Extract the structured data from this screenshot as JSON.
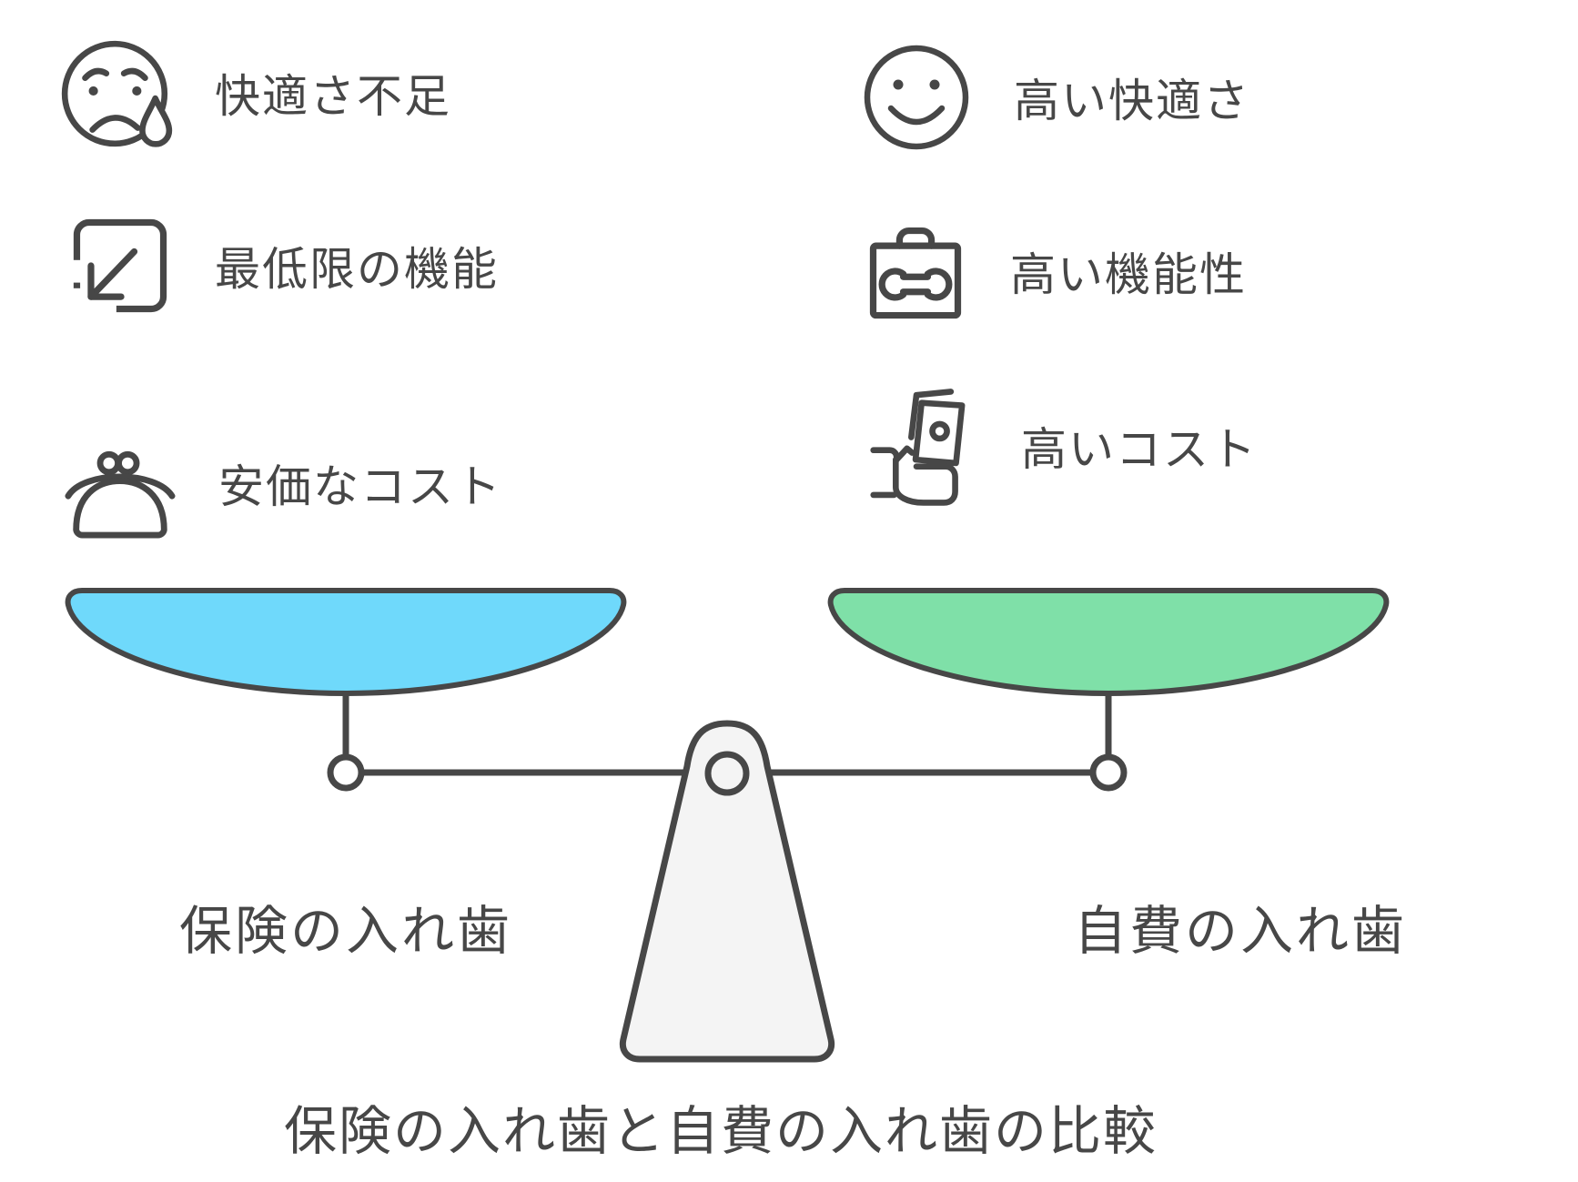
{
  "diagram": {
    "caption": "保険の入れ歯と自費の入れ歯の比較",
    "left_side": {
      "pan_label": "保険の入れ歯",
      "pan_color": "#6FD9FB",
      "items": [
        {
          "icon": "crying-face-icon",
          "label": "快適さ不足"
        },
        {
          "icon": "shrink-square-icon",
          "label": "最低限の機能"
        },
        {
          "icon": "coin-purse-icon",
          "label": "安価なコスト"
        }
      ]
    },
    "right_side": {
      "pan_label": "自費の入れ歯",
      "pan_color": "#7FE0A8",
      "items": [
        {
          "icon": "smiling-face-icon",
          "label": "高い快適さ"
        },
        {
          "icon": "toolbox-wrench-icon",
          "label": "高い機能性"
        },
        {
          "icon": "money-in-hand-icon",
          "label": "高いコスト"
        }
      ]
    },
    "colors": {
      "outline": "#474747",
      "left_pan_fill": "#6FD9FB",
      "right_pan_fill": "#7FE0A8",
      "fulcrum_fill": "#F4F4F4",
      "background": "#FFFFFF"
    }
  }
}
